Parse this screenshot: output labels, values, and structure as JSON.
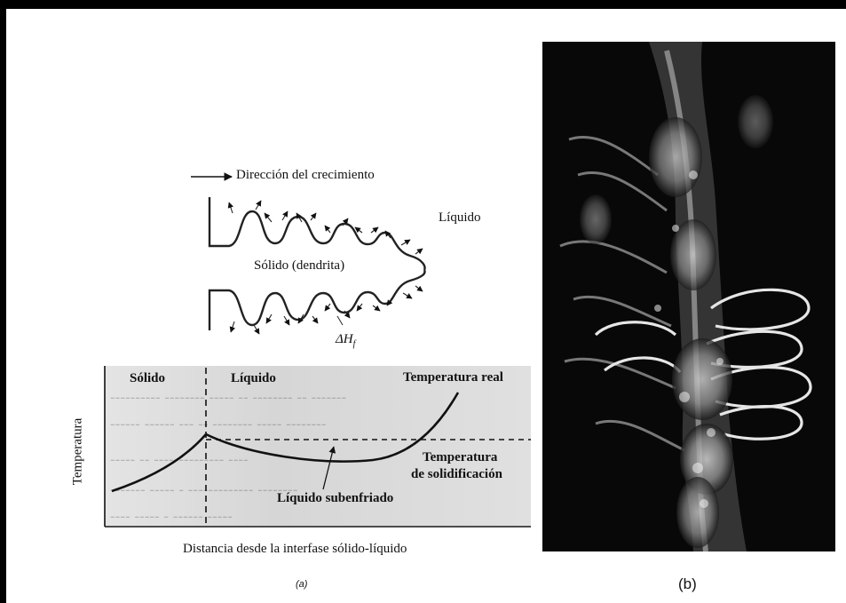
{
  "growth_direction_label": "Dirección del crecimiento",
  "liquid_label": "Líquido",
  "dendrite_label": "Sólido (dendrita)",
  "heat_label": "ΔH",
  "heat_subscript": "f",
  "plot": {
    "solid_label": "Sólido",
    "liquid_label": "Líquido",
    "real_temp_label": "Temperatura real",
    "solidification_temp_line1": "Temperatura",
    "solidification_temp_line2": "de solidificación",
    "supercooled_label": "Líquido subenfriado",
    "y_axis_label": "Temperatura",
    "x_axis_label": "Distancia desde la interfase sólido-líquido"
  },
  "caption_a": "(a)",
  "caption_b": "(b)"
}
